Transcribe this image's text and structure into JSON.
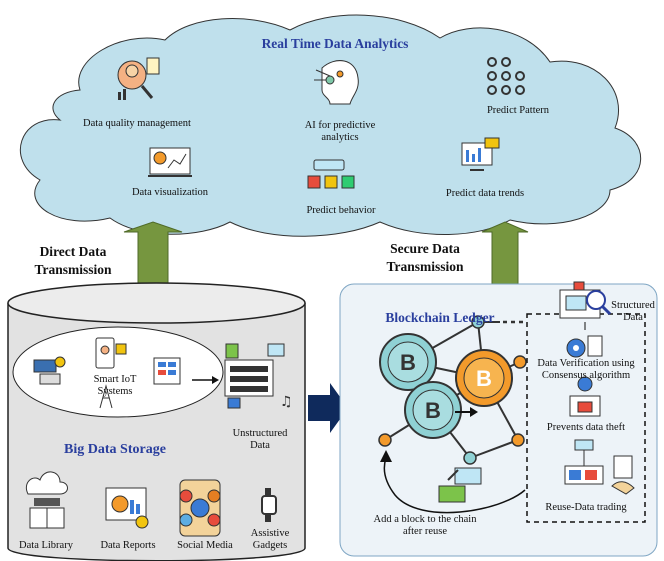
{
  "cloud": {
    "title": "Real Time Data Analytics",
    "items": {
      "quality": "Data quality management",
      "ai_line1": "AI for predictive",
      "ai_line2": "analytics",
      "pattern": "Predict  Pattern",
      "visual": "Data visualization",
      "behavior": "Predict behavior",
      "trends": "Predict data trends"
    }
  },
  "arrows": {
    "left_line1": "Direct Data",
    "left_line2": "Transmission",
    "right_line1": "Secure Data",
    "right_line2": "Transmission"
  },
  "storage": {
    "title": "Big Data Storage",
    "iot_line1": "Smart IoT",
    "iot_line2": "Systems",
    "unstructured_line1": "Unstructured",
    "unstructured_line2": "Data",
    "library": "Data Library",
    "reports": "Data Reports",
    "social": "Social Media",
    "gadgets_line1": "Assistive",
    "gadgets_line2": "Gadgets"
  },
  "blockchain": {
    "title": "Blockchain Ledger",
    "structured_line1": "Structured",
    "structured_line2": "Data",
    "verify_line1": "Data Verification using",
    "verify_line2": "Consensus algorithm",
    "theft": "Prevents data theft",
    "trading": "Reuse-Data trading",
    "add_line1": "Add a block to the chain",
    "add_line2": "after reuse"
  },
  "colors": {
    "cloud_fill": "#bfe0ec",
    "arrow_green": "#76963f",
    "arrow_navy": "#0f2a5c",
    "title_blue": "#2a3f9e",
    "coin_orange": "#f39a2b",
    "coin_teal": "#8fd1d4"
  }
}
